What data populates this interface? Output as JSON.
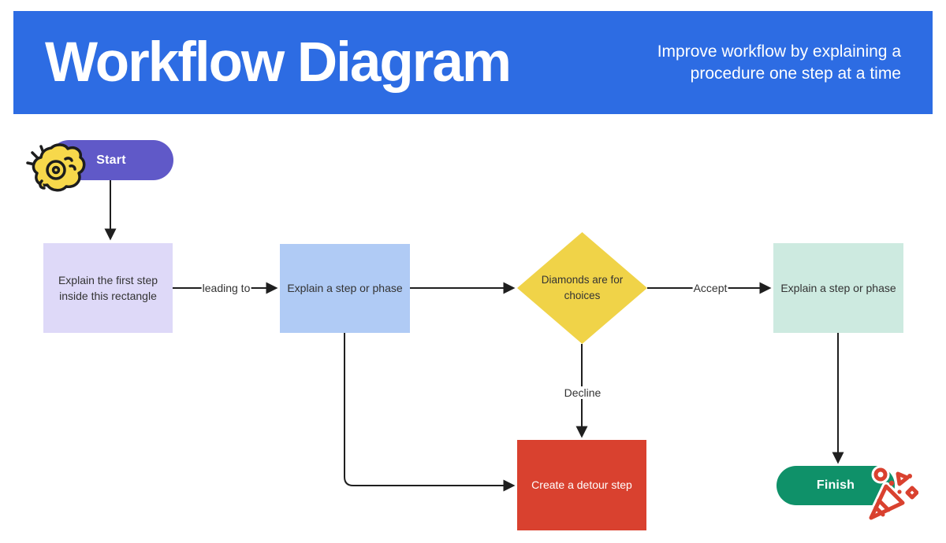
{
  "header": {
    "title": "Workflow Diagram",
    "subtitle": "Improve workflow by explaining a procedure one step at a time",
    "bg_color": "#2d6ce3",
    "text_color": "#ffffff"
  },
  "nodes": {
    "start": {
      "label": "Start",
      "shape": "pill",
      "color": "#6059c8",
      "icon": "snap-hand-icon"
    },
    "first_step": {
      "label": "Explain the first step inside this rectangle",
      "shape": "rect",
      "color": "#ded9f8"
    },
    "step_1": {
      "label": "Explain a step or phase",
      "shape": "rect",
      "color": "#b0cbf5"
    },
    "decision": {
      "label": "Diamonds are for choices",
      "shape": "diamond",
      "color": "#f0d348"
    },
    "step_2": {
      "label": "Explain a step or phase",
      "shape": "rect",
      "color": "#cdeae0"
    },
    "detour": {
      "label": "Create a detour step",
      "shape": "rect",
      "color": "#d9412f",
      "text_color": "#ffffff"
    },
    "finish": {
      "label": "Finish",
      "shape": "pill",
      "color": "#0f9169",
      "icon": "party-popper-icon"
    }
  },
  "edge_labels": {
    "leading_to": "leading to",
    "accept": "Accept",
    "decline": "Decline"
  },
  "edge_color": "#1f1f1f"
}
